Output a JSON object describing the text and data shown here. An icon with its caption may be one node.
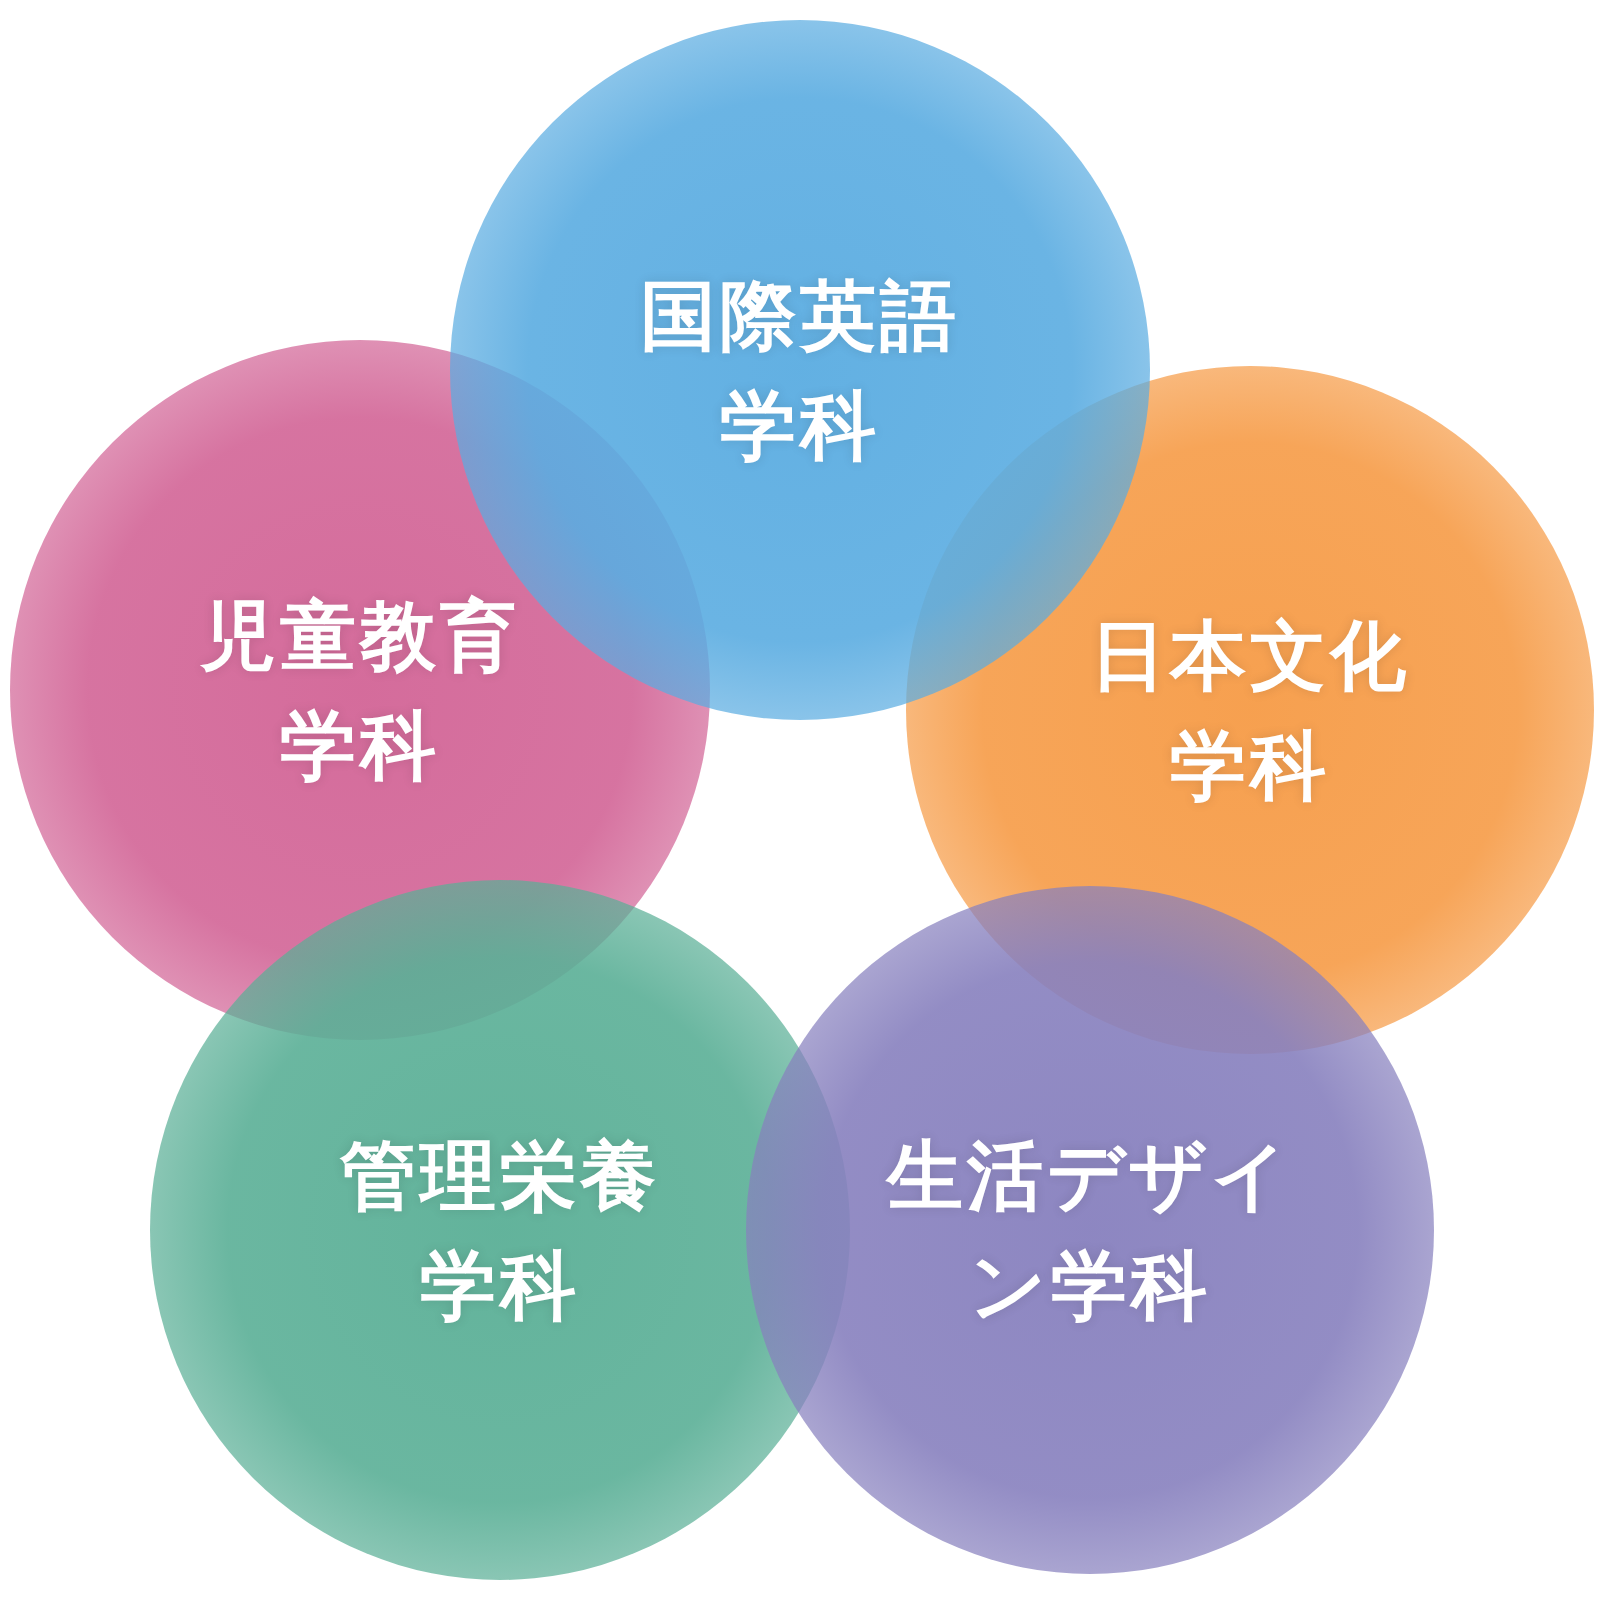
{
  "diagram": {
    "nodes": [
      {
        "text": [
          "国際英語学科"
        ]
      },
      {
        "text": [
          "児童教育学科"
        ]
      },
      {
        "text": [
          "日本文化学科"
        ]
      },
      {
        "text": [
          "管理栄養学科"
        ]
      },
      {
        "text": [
          "生活デザイン学科"
        ]
      }
    ]
  }
}
